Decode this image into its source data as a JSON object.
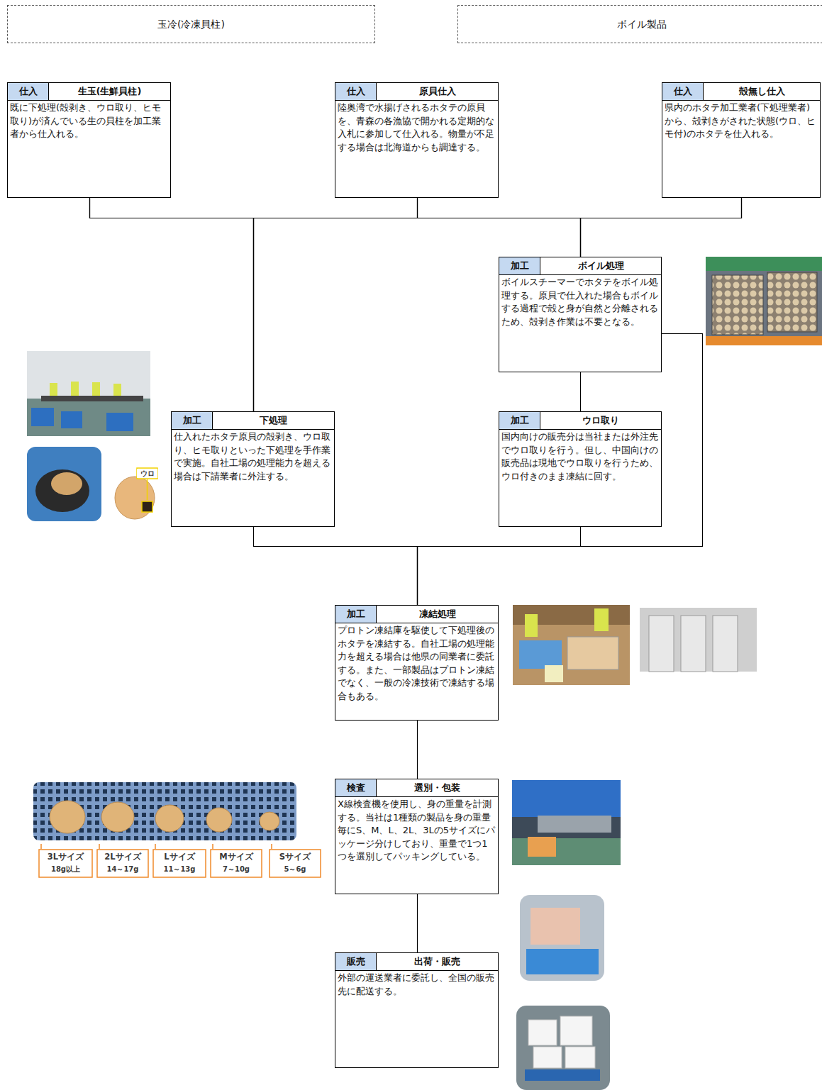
{
  "diagram": {
    "nodes": [
      {
        "text": [
          "玉冷(冷凍貝柱)"
        ]
      },
      {
        "text": [
          "ボイル製品"
        ]
      },
      {
        "text": [
          "仕入",
          "生玉(生鮮貝柱)",
          "既に下処理(殻剥き、ウロ取り、ヒモ取り)が済んでいる生の貝柱を加工業者から仕入れる。"
        ]
      },
      {
        "text": [
          "仕入",
          "原貝仕入",
          "陸奥湾で水揚げされるホタテの原貝を、青森の各漁協で開かれる定期的な入札に参加して仕入れる。物量が不足する場合は北海道からも調達する。"
        ]
      },
      {
        "text": [
          "仕入",
          "殻無し仕入",
          "県内のホタテ加工業者(下処理業者)から、殻剥きがされた状態(ウロ、ヒモ付)のホタテを仕入れる。"
        ]
      },
      {
        "text": [
          "加工",
          "ボイル処理",
          "ボイルスチーマーでホタテをボイル処理する。原貝で仕入れた場合もボイルする過程で殻と身が自然と分離されるため、殻剥き作業は不要となる。"
        ]
      },
      {
        "text": [
          "加工",
          "下処理",
          "仕入れたホタテ原貝の殻剥き、ウロ取り、ヒモ取りといった下処理を手作業で実施。自社工場の処理能力を超える場合は下請業者に外注する。"
        ]
      },
      {
        "text": [
          "加工",
          "ウロ取り",
          "国内向けの販売分は当社または外注先でウロ取りを行う。但し、中国向けの販売品は現地でウロ取りを行うため、ウロ付きのまま凍結に回す。"
        ]
      },
      {
        "text": [
          "加工",
          "凍結処理",
          "プロトン凍結庫を駆使して下処理後のホタテを凍結する。自社工場の処理能力を超える場合は他県の同業者に委託する。また、一部製品はプロトン凍結でなく、一般の冷凍技術で凍結する場合もある。"
        ]
      },
      {
        "text": [
          "検査",
          "選別・包装",
          "X線検査機を使用し、身の重量を計測する。当社は1種類の製品を身の重量毎にS、M、L、2L、3Lの5サイズにパッケージ分けしており、重量で1つ1つを選別してパッキングしている。"
        ]
      },
      {
        "text": [
          "販売",
          "出荷・販売",
          "外部の運送業者に委託し、全国の販売先に配送する。"
        ]
      }
    ],
    "edges": [
      {
        "from": 2,
        "to": 6,
        "arrow": "none"
      },
      {
        "from": 2,
        "to": 5,
        "arrow": "none"
      },
      {
        "from": 3,
        "to": 6,
        "arrow": "none"
      },
      {
        "from": 3,
        "to": 5,
        "arrow": "none"
      },
      {
        "from": 4,
        "to": 6,
        "arrow": "none"
      },
      {
        "from": 4,
        "to": 5,
        "arrow": "none"
      },
      {
        "from": 5,
        "to": 7,
        "arrow": "none"
      },
      {
        "from": 5,
        "to": 8,
        "arrow": "none"
      },
      {
        "from": 6,
        "to": 8,
        "arrow": "none"
      },
      {
        "from": 7,
        "to": 8,
        "arrow": "none"
      },
      {
        "from": 8,
        "to": 9,
        "arrow": "none"
      },
      {
        "from": 9,
        "to": 10,
        "arrow": "none"
      }
    ],
    "labels": [
      "ウロ",
      "3Lサイズ",
      "18g以上",
      "2Lサイズ",
      "14～17g",
      "Lサイズ",
      "11～13g",
      "Mサイズ",
      "7～10g",
      "Sサイズ",
      "5～6g"
    ]
  }
}
